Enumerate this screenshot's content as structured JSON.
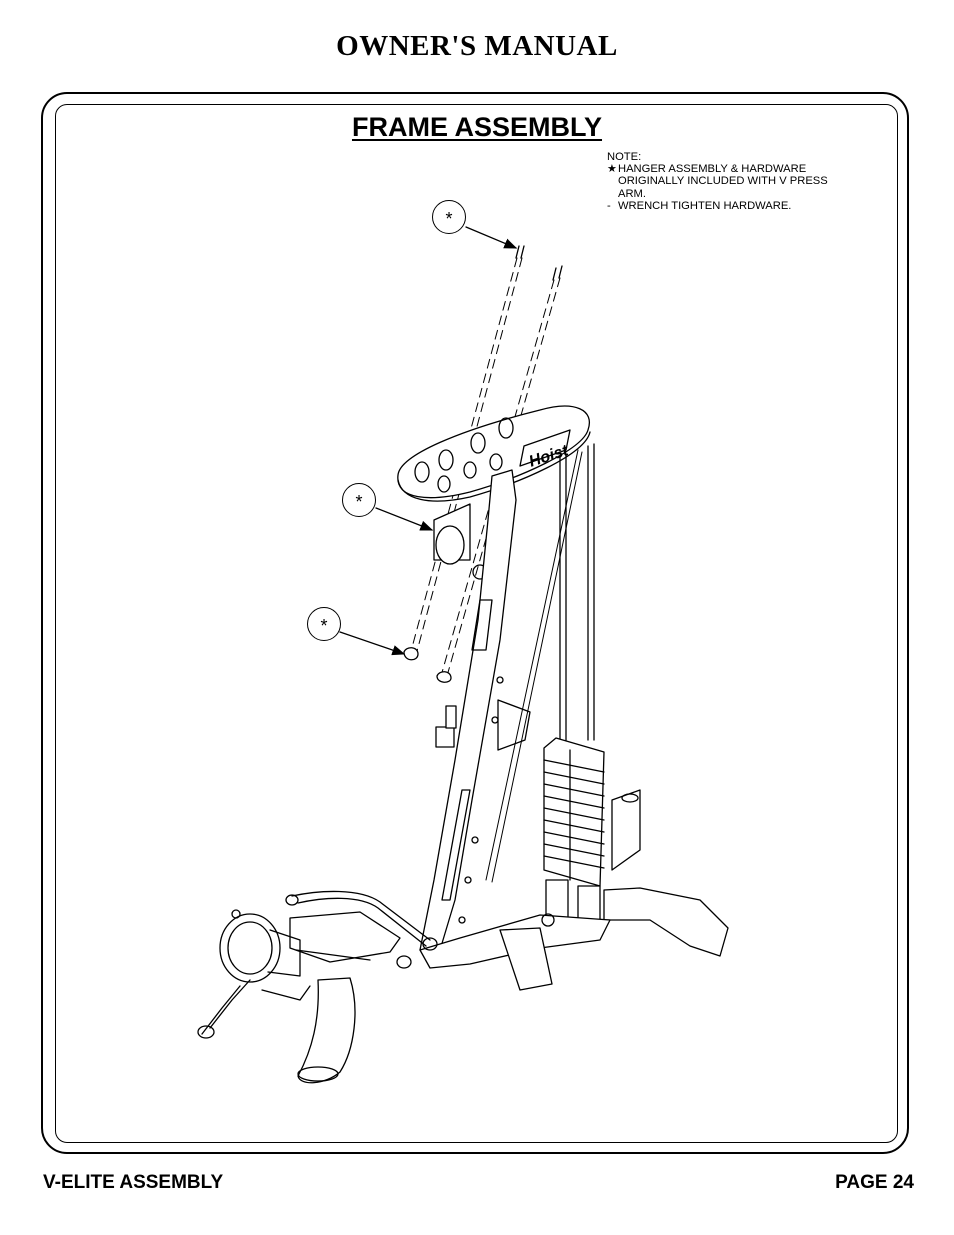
{
  "header": {
    "title": "OWNER'S MANUAL"
  },
  "section": {
    "title": "FRAME ASSEMBLY"
  },
  "note": {
    "heading": "NOTE:",
    "star_mark": "★",
    "item1_line1": "HANGER ASSEMBLY & HARDWARE",
    "item1_line2": "ORIGINALLY INCLUDED WITH V PRESS",
    "item1_line3": "ARM.",
    "dash_mark": "-",
    "item2": "WRENCH TIGHTEN HARDWARE."
  },
  "callouts": {
    "symbol": "*"
  },
  "footer": {
    "left": "V-ELITE ASSEMBLY",
    "right": "PAGE 24"
  },
  "logo_text": "Hoist"
}
